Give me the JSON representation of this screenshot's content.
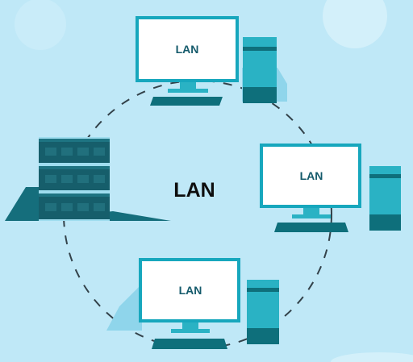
{
  "diagram": {
    "center_label": "LAN",
    "computers": [
      {
        "id": "top",
        "screen_label": "LAN"
      },
      {
        "id": "right",
        "screen_label": "LAN"
      },
      {
        "id": "bottom",
        "screen_label": "LAN"
      }
    ],
    "colors": {
      "background": "#bfe8f7",
      "screen_frame": "#17a7bd",
      "screen_face": "#ffffff",
      "tower_light": "#2ab2c4",
      "tower_dark": "#0e6f7b",
      "server_dark": "#165e6b",
      "shadow": "#8fd5eb",
      "dashed_ring": "#33424a"
    }
  }
}
